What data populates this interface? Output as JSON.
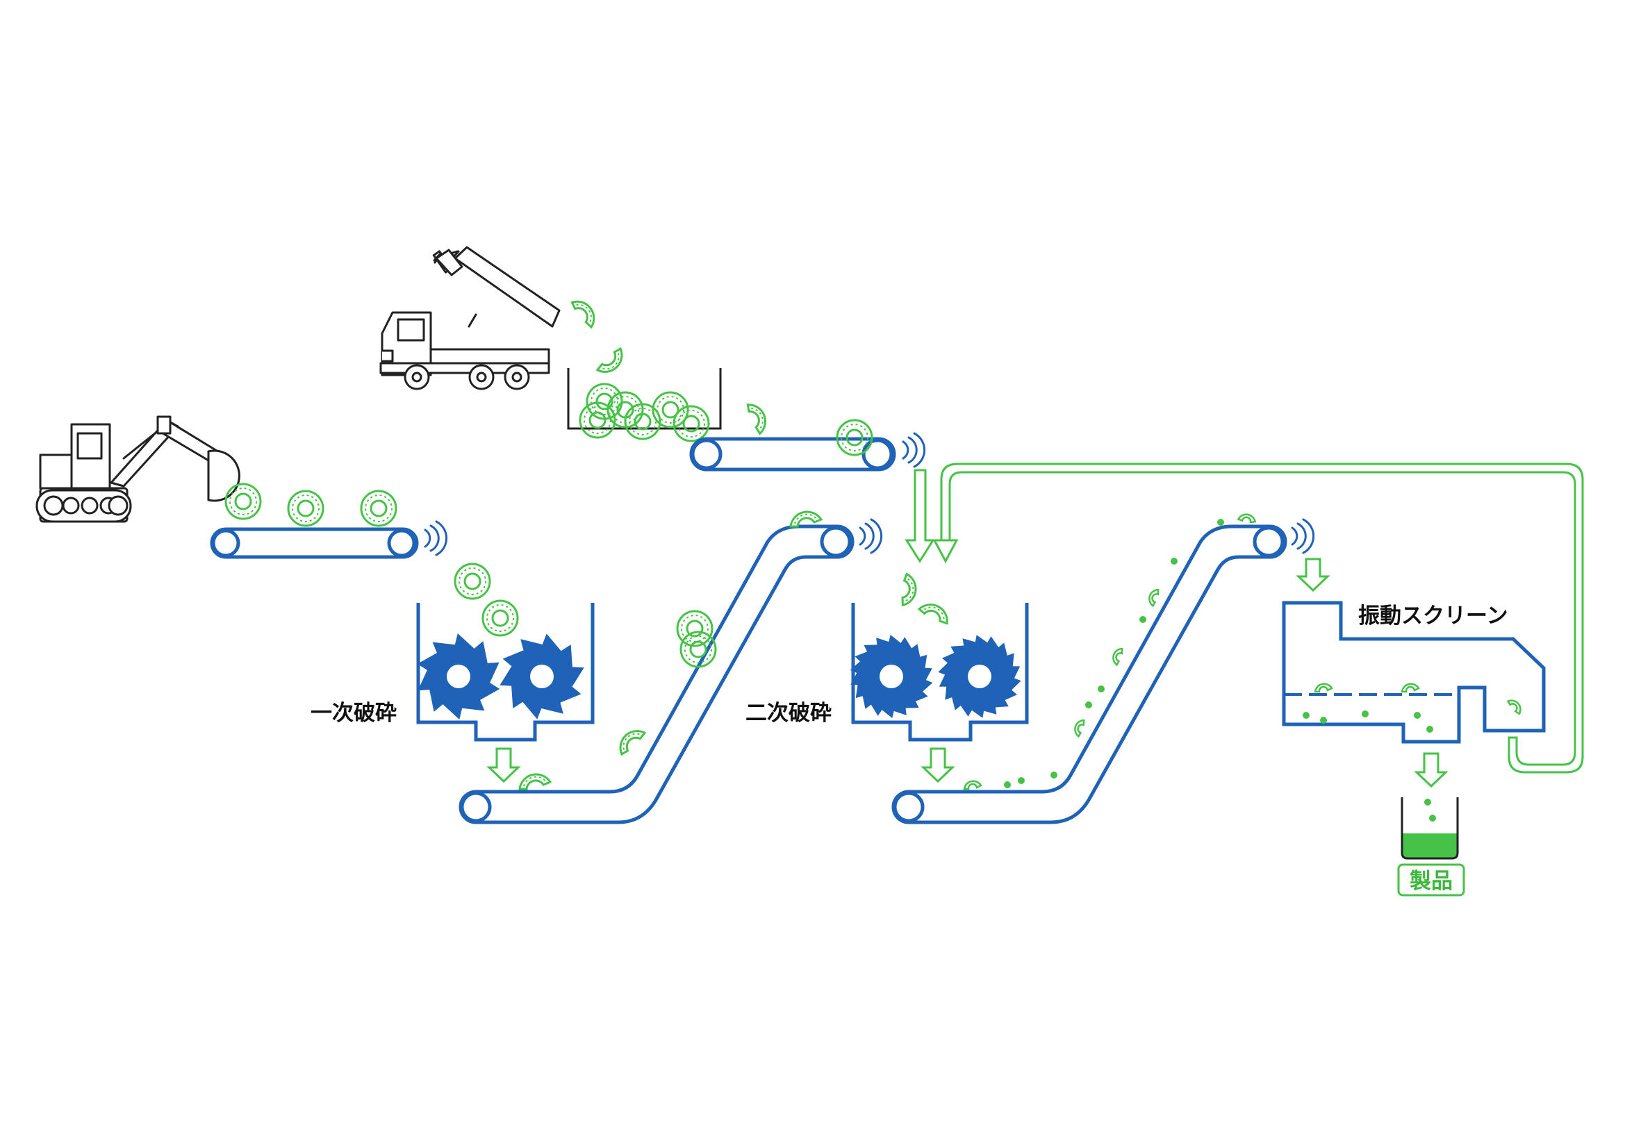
{
  "labels": {
    "primary_crushing": "一次破砕",
    "secondary_crushing": "二次破砕",
    "vibrating_screen": "振動スクリーン",
    "product": "製品"
  },
  "colors": {
    "equipment_blue": "#1f63b8",
    "material_green": "#46c346",
    "label_dark": "#111111",
    "outline_dark": "#222222"
  },
  "icons": [
    "excavator-icon",
    "dump-truck-icon",
    "gear-crusher-icon",
    "conveyor-icon",
    "vibration-icon",
    "arrow-down-icon"
  ]
}
